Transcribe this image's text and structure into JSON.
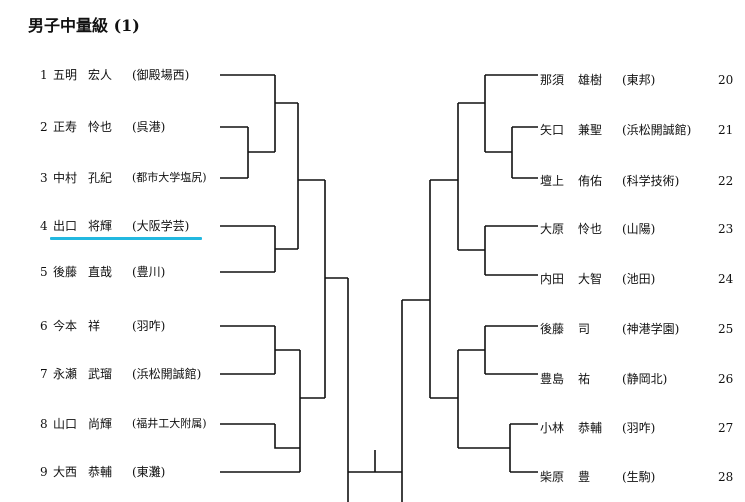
{
  "title": "男子中量級 (1)",
  "left": [
    {
      "no": "1",
      "surname": "五明",
      "given": "宏人",
      "school": "(御殿場西)"
    },
    {
      "no": "2",
      "surname": "正寿",
      "given": "怜也",
      "school": "(呉港)"
    },
    {
      "no": "3",
      "surname": "中村",
      "given": "孔紀",
      "school": "(都市大学塩尻)"
    },
    {
      "no": "4",
      "surname": "出口",
      "given": "将輝",
      "school": "(大阪学芸)"
    },
    {
      "no": "5",
      "surname": "後藤",
      "given": "直哉",
      "school": "(豊川)"
    },
    {
      "no": "6",
      "surname": "今本",
      "given": "祥",
      "school": "(羽咋)"
    },
    {
      "no": "7",
      "surname": "永瀬",
      "given": "武瑠",
      "school": "(浜松開誠館)"
    },
    {
      "no": "8",
      "surname": "山口",
      "given": "尚輝",
      "school": "(福井工大附属)"
    },
    {
      "no": "9",
      "surname": "大西",
      "given": "恭輔",
      "school": "(東灘)"
    }
  ],
  "right": [
    {
      "surname": "那須",
      "given": "雄樹",
      "school": "(東邦)",
      "no": "20"
    },
    {
      "surname": "矢口",
      "given": "兼聖",
      "school": "(浜松開誠館)",
      "no": "21"
    },
    {
      "surname": "壇上",
      "given": "侑佑",
      "school": "(科学技術)",
      "no": "22"
    },
    {
      "surname": "大原",
      "given": "怜也",
      "school": "(山陽)",
      "no": "23"
    },
    {
      "surname": "内田",
      "given": "大智",
      "school": "(池田)",
      "no": "24"
    },
    {
      "surname": "後藤",
      "given": "司",
      "school": "(神港学園)",
      "no": "25"
    },
    {
      "surname": "豊島",
      "given": "祐",
      "school": "(静岡北)",
      "no": "26"
    },
    {
      "surname": "小林",
      "given": "恭輔",
      "school": "(羽咋)",
      "no": "27"
    },
    {
      "surname": "柴原",
      "given": "豊",
      "school": "(生駒)",
      "no": "28"
    }
  ],
  "colors": {
    "line": "#111111",
    "highlight": "#22b8e0"
  }
}
